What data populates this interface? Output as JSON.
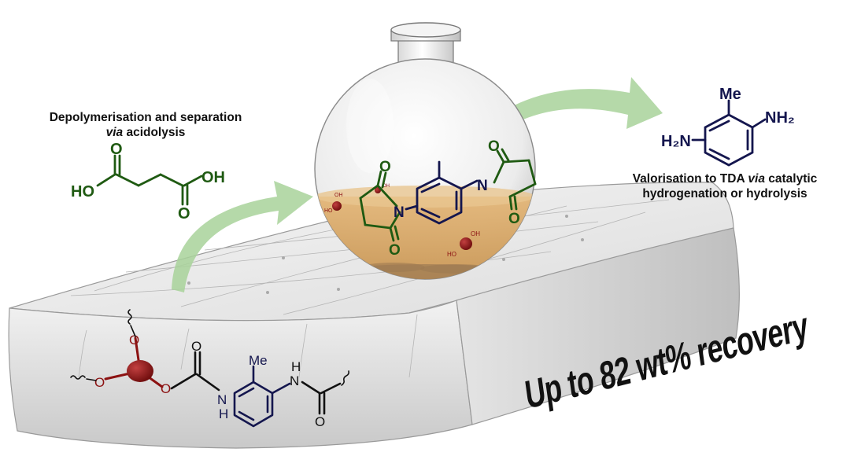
{
  "caption_left": {
    "line1": "Depolymerisation and separation",
    "line2_italic": "via",
    "line2_rest": " acidolysis"
  },
  "caption_right": {
    "line1_pre": "Valorisation to TDA ",
    "line1_italic": "via",
    "line1_post": " catalytic",
    "line2": "hydrogenation or hydrolysis"
  },
  "mattress_text": "Up to 82 wt% recovery",
  "labels": {
    "succinic_ho": "HO",
    "succinic_oh": "OH",
    "succinic_o": "O",
    "tda_me": "Me",
    "tda_h2n": "H₂N",
    "tda_nh2": "NH₂",
    "polyimide_n": "N",
    "polyimide_o": "O",
    "foam_o": "O",
    "foam_n": "N",
    "foam_h": "H",
    "foam_me": "Me",
    "polyol_oh": "OH",
    "polyol_ho": "HO"
  },
  "colors": {
    "acid_green": "#1f5a12",
    "amine_navy": "#14164e",
    "polyol_red": "#8c1212",
    "liquid": "#d7a96a",
    "arrow": "#a8d29a",
    "black": "#111111"
  }
}
